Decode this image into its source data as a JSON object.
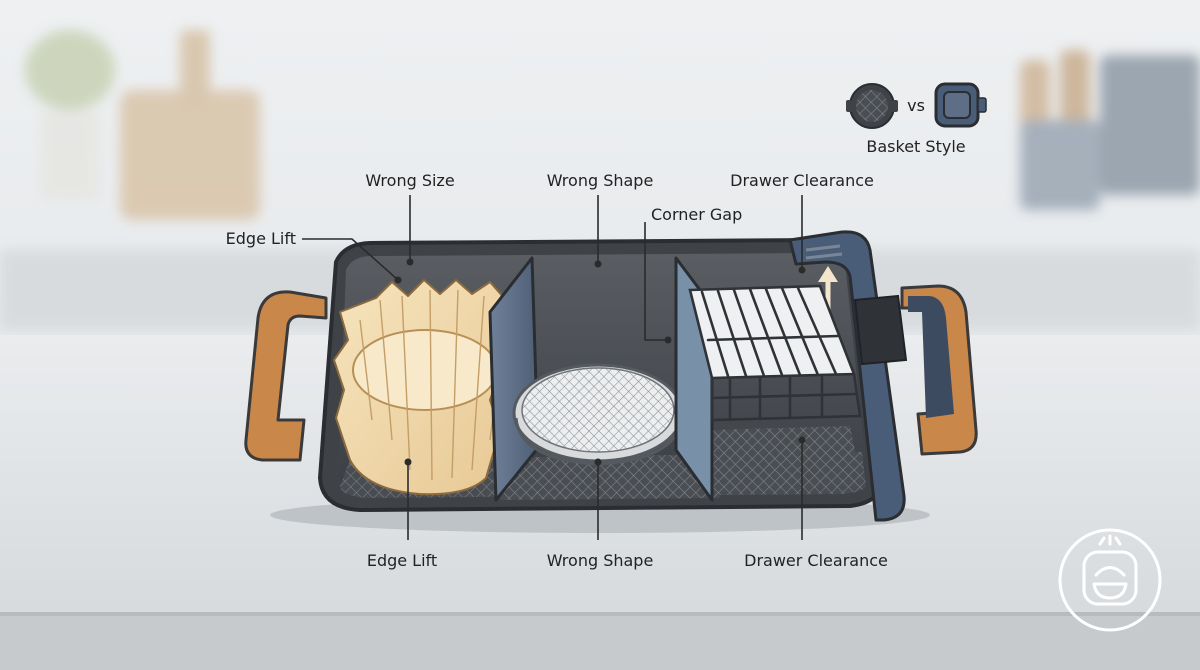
{
  "labels": {
    "wrong_size_top": "Wrong Size",
    "wrong_shape_top": "Wrong Shape",
    "drawer_clearance_top": "Drawer Clearance",
    "corner_gap": "Corner Gap",
    "edge_lift_left": "Edge Lift",
    "edge_lift_bottom": "Edge Lift",
    "wrong_shape_bottom": "Wrong Shape",
    "drawer_clearance_bottom": "Drawer Clearance"
  },
  "legend": {
    "vs_text": "vs",
    "caption": "Basket Style",
    "round_icon": "round-basket-icon",
    "square_icon": "square-basket-icon"
  },
  "logo": {
    "icon": "smiling-pot-logo-icon"
  },
  "colors": {
    "basket_body": "#3f4348",
    "handle": "#c9874a",
    "liner": "#f1dcb0",
    "divider": "#5d6e86",
    "rack": "#d8dadc",
    "label_text": "#222222"
  }
}
